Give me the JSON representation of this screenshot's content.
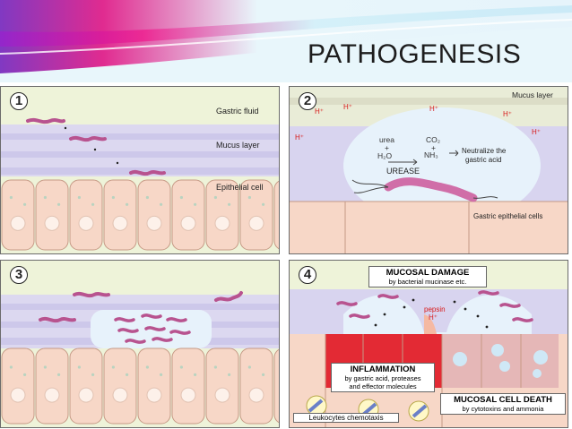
{
  "slide": {
    "title": "PATHOGENESIS"
  },
  "panel1": {
    "number": "1",
    "labels": {
      "fluid": "Gastric fluid",
      "mucus": "Mucus layer",
      "epithelial": "Epithelial cell"
    }
  },
  "panel2": {
    "number": "2",
    "labels": {
      "mucus": "Mucus layer",
      "urea": "urea",
      "plus1": "+",
      "h2o": "H₂O",
      "co2": "CO₂",
      "plus2": "+",
      "nh3": "NH₃",
      "neutralize": "Neutralize the",
      "gastric_acid": "gastric acid",
      "urease": "UREASE",
      "epithelial": "Gastric epithelial cells",
      "h_plus": "H⁺"
    }
  },
  "panel3": {
    "number": "3"
  },
  "panel4": {
    "number": "4",
    "mucosal_damage": {
      "title": "MUCOSAL DAMAGE",
      "sub": "by bacterial mucinase etc."
    },
    "pepsin": "pepsin",
    "h_plus": "H⁺",
    "inflammation": {
      "title": "INFLAMMATION",
      "sub1": "by gastric acid, proteases",
      "sub2": "and effector molecules"
    },
    "cell_death": {
      "title": "MUCOSAL CELL DEATH",
      "sub": "by cytotoxins and ammonia"
    },
    "leukocytes": "Leukocytes chemotaxis"
  },
  "colors": {
    "fluid": "#eef3d9",
    "mucus": "#d4d0ee",
    "cell": "#f7d7c7",
    "cell_border": "#c69a86",
    "nucleus": "#fdf1ea",
    "bacteria": "#d06ea8",
    "red_cell": "#e32a34"
  }
}
